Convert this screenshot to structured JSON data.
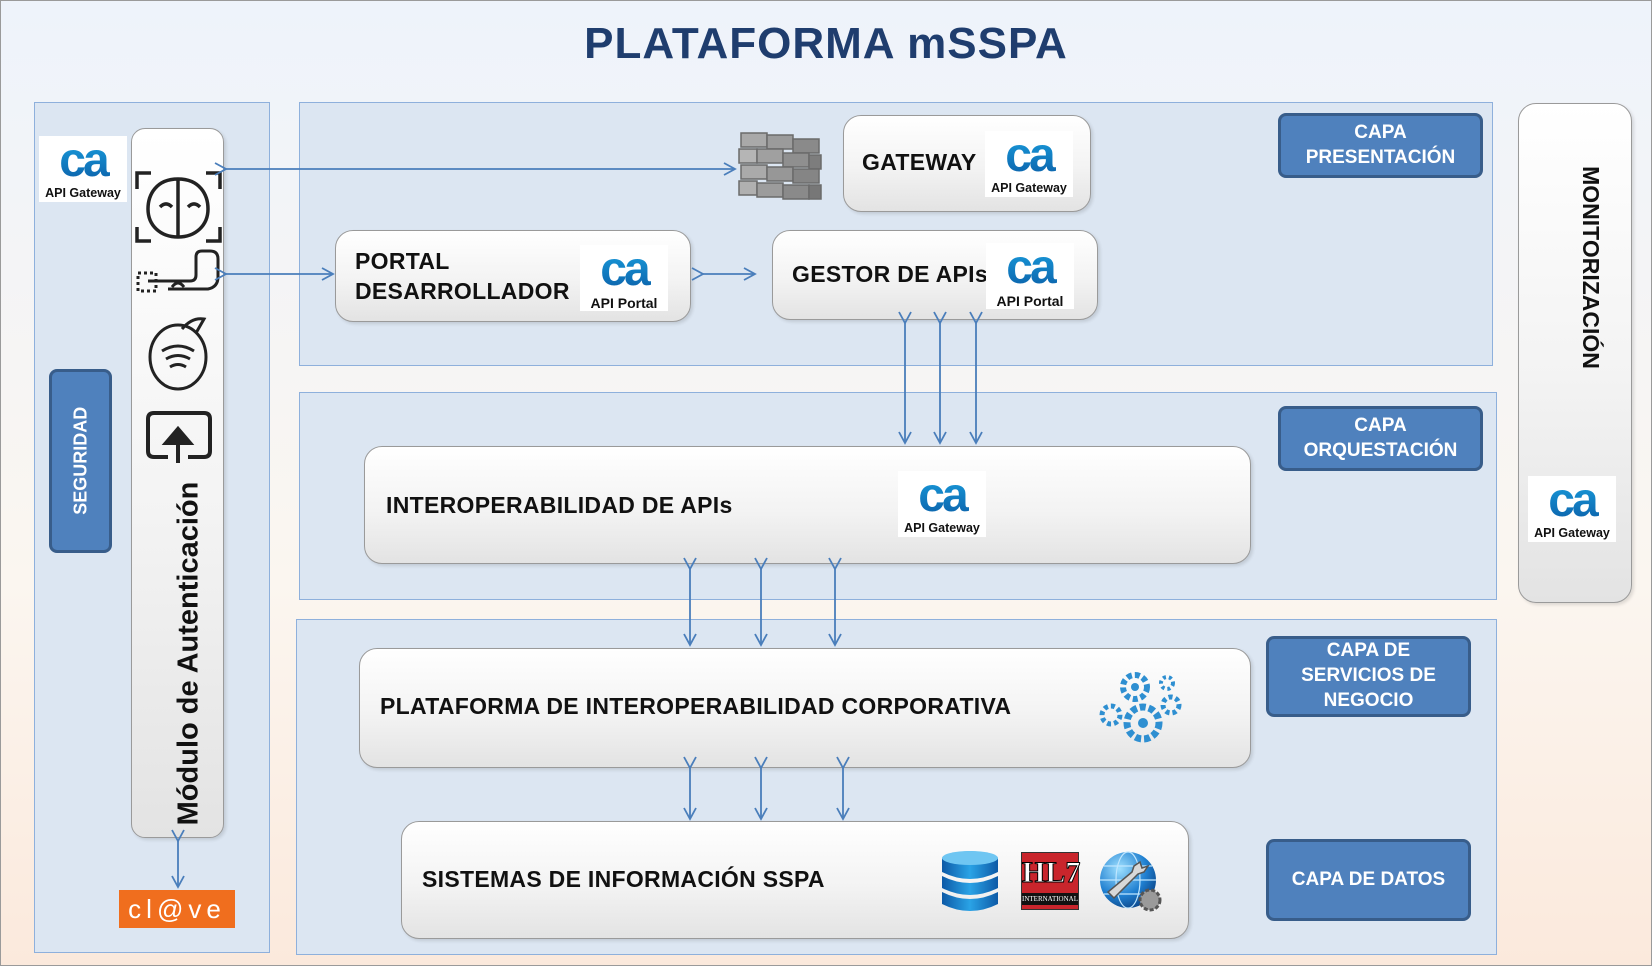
{
  "title": "PLATAFORMA mSSPA",
  "left": {
    "security_label": "SEGURIDAD",
    "auth_module_label": "Módulo de Autenticación",
    "logo": {
      "mark": "ca",
      "caption": "API Gateway"
    },
    "clave_logo": "cl@ve"
  },
  "presentation": {
    "gateway": {
      "label": "GATEWAY",
      "logo": {
        "mark": "ca",
        "caption": "API Gateway"
      }
    },
    "portal": {
      "label_line1": "PORTAL",
      "label_line2": "DESARROLLADOR",
      "logo": {
        "mark": "ca",
        "caption": "API Portal"
      }
    },
    "api_manager": {
      "label": "GESTOR DE APIs",
      "logo": {
        "mark": "ca",
        "caption": "API Portal"
      }
    },
    "layer_tag": {
      "line1": "CAPA",
      "line2": "PRESENTACIÓN"
    }
  },
  "orchestration": {
    "interop": {
      "label": "INTEROPERABILIDAD DE APIs",
      "logo": {
        "mark": "ca",
        "caption": "API Gateway"
      }
    },
    "layer_tag": {
      "line1": "CAPA",
      "line2": "ORQUESTACIÓN"
    }
  },
  "business": {
    "platform": {
      "label": "PLATAFORMA DE INTEROPERABILIDAD CORPORATIVA"
    },
    "layer_tag": {
      "line1": "CAPA DE",
      "line2": "SERVICIOS DE",
      "line3": "NEGOCIO"
    }
  },
  "data": {
    "systems": {
      "label": "SISTEMAS DE INFORMACIÓN SSPA"
    },
    "hl7_logo": {
      "mark": "HL7",
      "caption": "INTERNATIONAL"
    },
    "layer_tag": {
      "line1": "CAPA DE DATOS"
    }
  },
  "monitoring": {
    "label": "MONITORIZACIÓN",
    "logo": {
      "mark": "ca",
      "caption": "API Gateway"
    }
  },
  "colors": {
    "title": "#1f3d6e",
    "layer_tag_fill": "#4f81bd",
    "panel_fill": "#dce6f2",
    "arrow": "#4a7ebb",
    "clave": "#f06e1e"
  },
  "icons": [
    "face-recognition-icon",
    "fingerprint-touch-icon",
    "contactless-card-icon",
    "upload-certificate-icon",
    "firewall-icon",
    "gears-icon",
    "database-icon",
    "globe-wrench-icon"
  ]
}
